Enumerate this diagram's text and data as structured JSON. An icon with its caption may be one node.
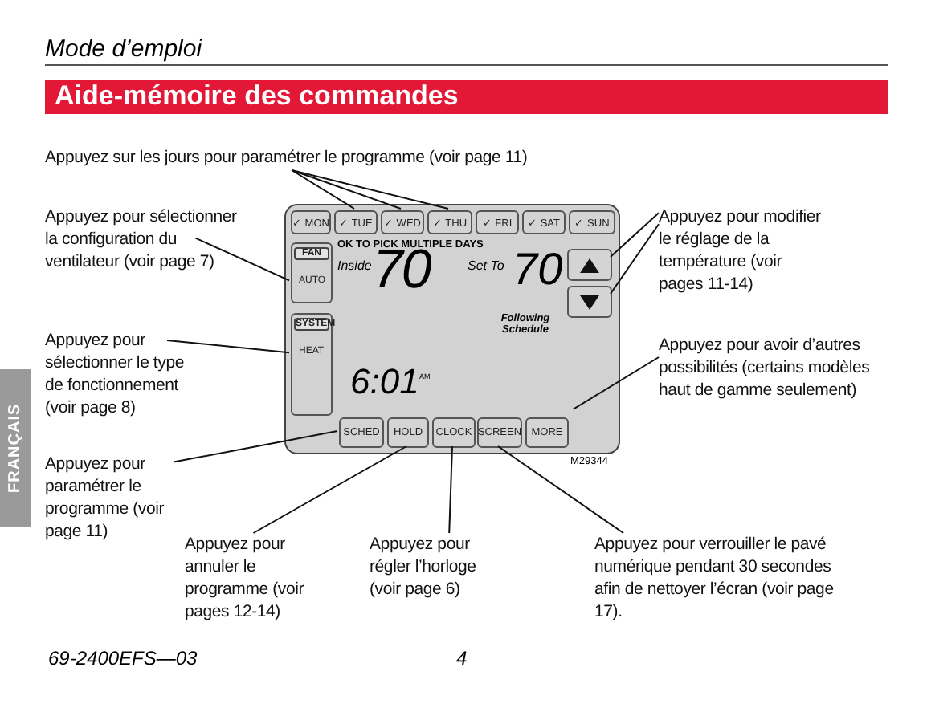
{
  "diagram": {
    "title": "Aide-mémoire des commandes",
    "nodes": [
      {
        "text": [
          "OK TO PICK MULTIPLE DAYS",
          "Inside",
          "70",
          "Set To",
          "70",
          "Following Schedule",
          "6:01",
          "AM"
        ]
      },
      {
        "text": [
          "✓ MON"
        ],
        "in": 0
      },
      {
        "text": [
          "✓ TUE"
        ],
        "in": 0
      },
      {
        "text": [
          "✓ WED"
        ],
        "in": 0
      },
      {
        "text": [
          "✓ THU"
        ],
        "in": 0
      },
      {
        "text": [
          "✓ FRI"
        ],
        "in": 0
      },
      {
        "text": [
          "✓ SAT"
        ],
        "in": 0
      },
      {
        "text": [
          "✓ SUN"
        ],
        "in": 0
      },
      {
        "text": [
          "FAN",
          "AUTO"
        ],
        "in": 0
      },
      {
        "text": [
          "SYSTEM",
          "HEAT"
        ],
        "in": 0
      },
      {
        "text": [],
        "shape": "box",
        "in": 0
      },
      {
        "text": [],
        "shape": "box",
        "in": 0
      },
      {
        "text": [
          "SCHED"
        ],
        "in": 0
      },
      {
        "text": [
          "HOLD"
        ],
        "in": 0
      },
      {
        "text": [
          "CLOCK"
        ],
        "in": 0
      },
      {
        "text": [
          "SCREEN"
        ],
        "in": 0
      },
      {
        "text": [
          "MORE"
        ],
        "in": 0
      },
      {
        "text": [
          "Appuyez sur les jours pour paramétrer le programme (voir page 11)"
        ]
      },
      {
        "text": [
          "Appuyez pour sélectionner la configuration du ventilateur (voir page 7)"
        ]
      },
      {
        "text": [
          "Appuyez pour sélectionner le type de fonctionnement (voir page 8)"
        ]
      },
      {
        "text": [
          "Appuyez pour paramétrer le programme (voir page 11)"
        ]
      },
      {
        "text": [
          "Appuyez pour annuler le programme (voir pages 12-14)"
        ]
      },
      {
        "text": [
          "Appuyez pour régler l’horloge (voir page 6)"
        ]
      },
      {
        "text": [
          "Appuyez pour verrouiller le pavé numérique pendant 30 secondes afin de nettoyer l’écran (voir page 17)."
        ]
      },
      {
        "text": [
          "Appuyez pour modifier le réglage de la température (voir pages 11-14)"
        ]
      },
      {
        "text": [
          "Appuyez pour avoir d’autres possibilités (certains modèles haut de gamme seulement)"
        ]
      }
    ],
    "edges": [
      {
        "from": 17,
        "to": 2,
        "arrow": "none"
      },
      {
        "from": 17,
        "to": 3,
        "arrow": "none"
      },
      {
        "from": 17,
        "to": 4,
        "arrow": "none"
      },
      {
        "from": 18,
        "to": 8,
        "arrow": "none"
      },
      {
        "from": 19,
        "to": 9,
        "arrow": "none"
      },
      {
        "from": 20,
        "to": 12,
        "arrow": "none"
      },
      {
        "from": 21,
        "to": 13,
        "arrow": "none"
      },
      {
        "from": 22,
        "to": 14,
        "arrow": "none"
      },
      {
        "from": 23,
        "to": 15,
        "arrow": "none"
      },
      {
        "from": 24,
        "to": 10,
        "arrow": "none"
      },
      {
        "from": 24,
        "to": 11,
        "arrow": "none"
      },
      {
        "from": 25,
        "to": 0,
        "arrow": "none"
      }
    ],
    "labels": [
      "Mode d’emploi",
      "FRANÇAIS",
      "M29344",
      "69-2400EFS—03",
      "4"
    ]
  }
}
